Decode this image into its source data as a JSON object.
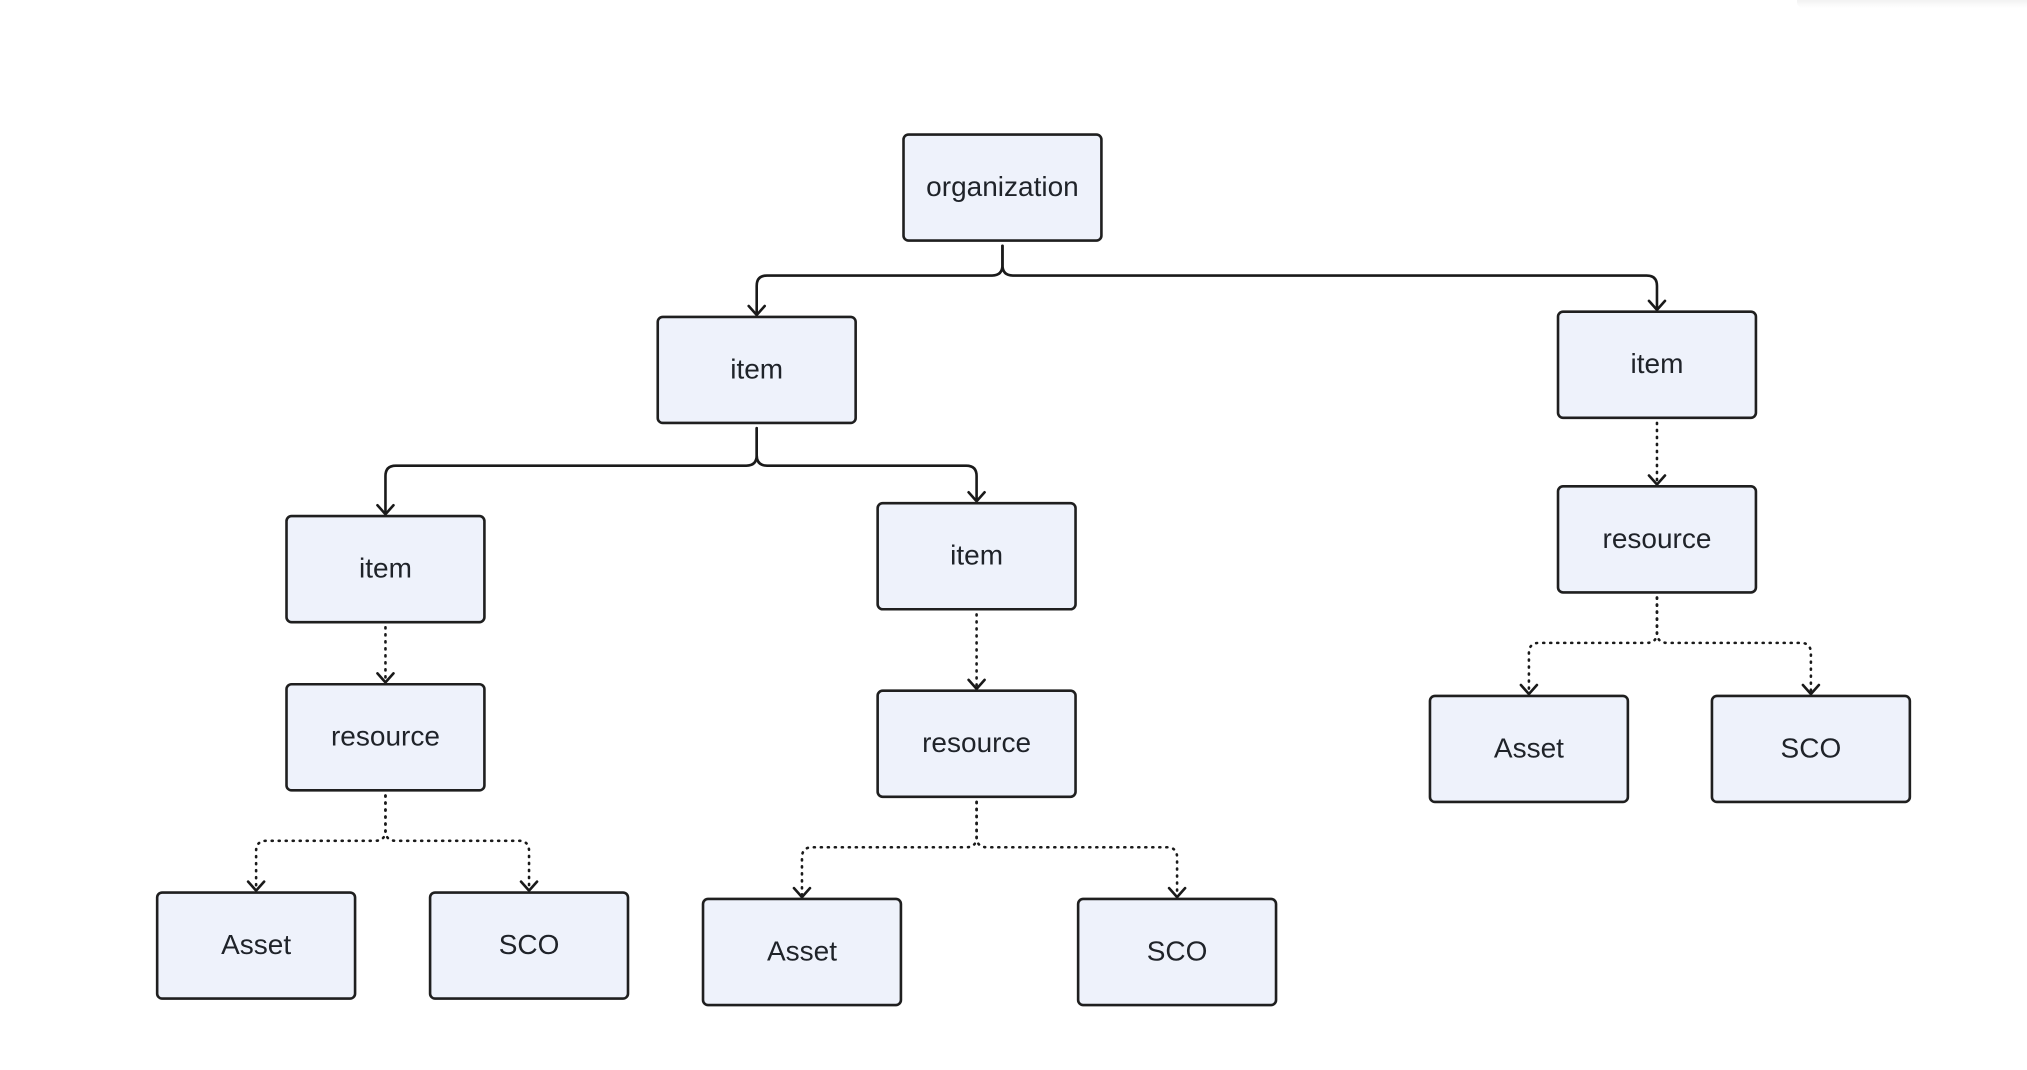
{
  "diagram": {
    "type": "tree",
    "nodes": [
      {
        "id": "org",
        "label": "organization"
      },
      {
        "id": "item1",
        "label": "item"
      },
      {
        "id": "item2",
        "label": "item"
      },
      {
        "id": "item11",
        "label": "item"
      },
      {
        "id": "item12",
        "label": "item"
      },
      {
        "id": "res11",
        "label": "resource"
      },
      {
        "id": "res12",
        "label": "resource"
      },
      {
        "id": "res2",
        "label": "resource"
      },
      {
        "id": "asset11",
        "label": "Asset"
      },
      {
        "id": "sco11",
        "label": "SCO"
      },
      {
        "id": "asset12",
        "label": "Asset"
      },
      {
        "id": "sco12",
        "label": "SCO"
      },
      {
        "id": "asset2",
        "label": "Asset"
      },
      {
        "id": "sco2",
        "label": "SCO"
      }
    ],
    "edges": [
      {
        "from": "org",
        "to": "item1",
        "style": "solid"
      },
      {
        "from": "org",
        "to": "item2",
        "style": "solid"
      },
      {
        "from": "item1",
        "to": "item11",
        "style": "solid"
      },
      {
        "from": "item1",
        "to": "item12",
        "style": "solid"
      },
      {
        "from": "item11",
        "to": "res11",
        "style": "dotted"
      },
      {
        "from": "item12",
        "to": "res12",
        "style": "dotted"
      },
      {
        "from": "item2",
        "to": "res2",
        "style": "dotted"
      },
      {
        "from": "res11",
        "to": "asset11",
        "style": "dotted"
      },
      {
        "from": "res11",
        "to": "sco11",
        "style": "dotted"
      },
      {
        "from": "res12",
        "to": "asset12",
        "style": "dotted"
      },
      {
        "from": "res12",
        "to": "sco12",
        "style": "dotted"
      },
      {
        "from": "res2",
        "to": "asset2",
        "style": "dotted"
      },
      {
        "from": "res2",
        "to": "sco2",
        "style": "dotted"
      }
    ],
    "colors": {
      "node_fill": "#eef2fb",
      "node_border": "#1f1f1f",
      "edge": "#1a1a1a",
      "text": "#1f2329"
    }
  }
}
